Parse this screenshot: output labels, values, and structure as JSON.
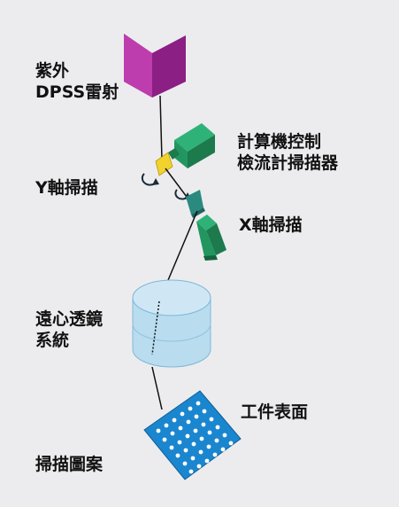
{
  "labels": {
    "laser_line1": "紫外",
    "laser_line2": "DPSS雷射",
    "galvo_line1": "計算機控制",
    "galvo_line2": "檢流計掃描器",
    "y_scan": "Y軸掃描",
    "x_scan": "X軸掃描",
    "lens_line1": "遠心透鏡",
    "lens_line2": "系統",
    "workpiece": "工件表面",
    "pattern": "掃描圖案"
  },
  "colors": {
    "background": "#ececee",
    "laser": "#a8279a",
    "galvo": "#1f8c5a",
    "y_mirror": "#f2d22c",
    "x_mirror": "#2a8a7f",
    "lens": "#b9dcef",
    "workpiece": "#1a86cf",
    "beam": "#111111"
  },
  "icons": {
    "rotation_y": "rotation-arrow-icon",
    "rotation_x": "rotation-arrow-icon"
  }
}
